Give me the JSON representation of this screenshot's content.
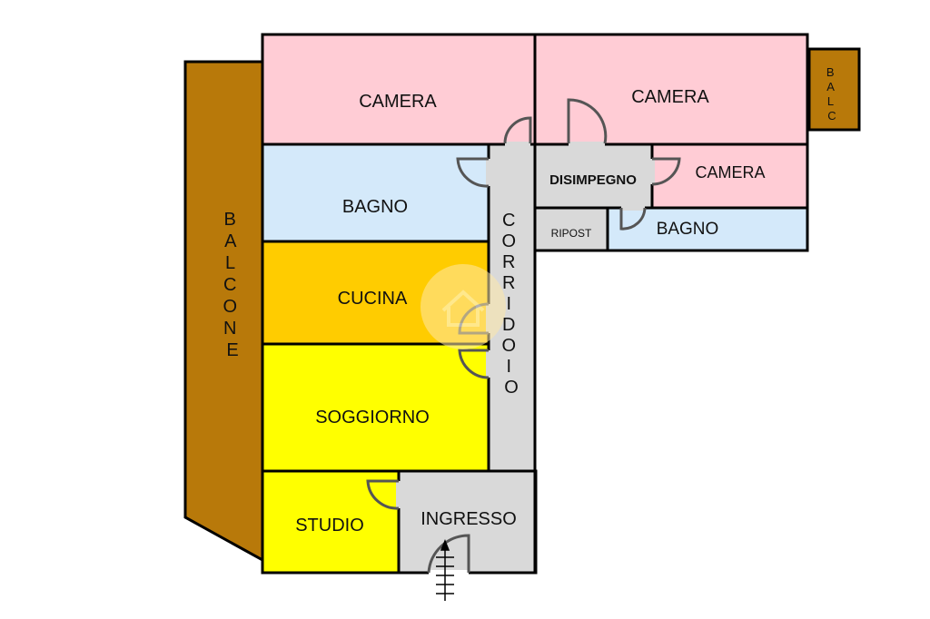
{
  "colors": {
    "bedroom": "#ffccd5",
    "bathroom": "#d4e9fa",
    "kitchen": "#ffcc00",
    "living": "#ffff00",
    "circulation": "#d9d9d9",
    "balcony": "#b8790a",
    "wall": "#000000",
    "watermark": "#ffe9a8"
  },
  "rooms": {
    "camera_1": "CAMERA",
    "camera_2": "CAMERA",
    "camera_3": "CAMERA",
    "balc_small": [
      "B",
      "A",
      "L",
      "C"
    ],
    "disimpegno": "DISIMPEGNO",
    "bagno_1": "BAGNO",
    "bagno_2": "BAGNO",
    "ripost": "RIPOST",
    "cucina": "CUCINA",
    "soggiorno": "SOGGIORNO",
    "studio": "STUDIO",
    "ingresso": "INGRESSO",
    "balcone": [
      "B",
      "A",
      "L",
      "C",
      "O",
      "N",
      "E"
    ],
    "corridoio": [
      "C",
      "O",
      "R",
      "R",
      "I",
      "D",
      "O",
      "I",
      "O"
    ]
  }
}
